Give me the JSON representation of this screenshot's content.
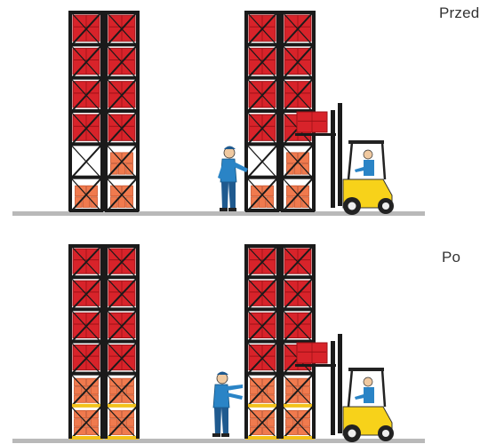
{
  "labels": {
    "before": "Przed",
    "after": "Po"
  },
  "colors": {
    "frame": "#1a1a1a",
    "crate": "#d8232a",
    "crate_dark": "#9e1217",
    "carton": "#f07a4e",
    "carton_dark": "#c9542c",
    "beam": "#f2c21b",
    "floor": "#b9b9b9",
    "forklift_body": "#f7d21a",
    "worker_shirt": "#2a84c6",
    "worker_pants": "#1f5a8f",
    "skin": "#f0c9a0"
  },
  "icons": [
    "pallet-rack",
    "forklift",
    "warehouse-worker",
    "crate",
    "carton-stack"
  ]
}
